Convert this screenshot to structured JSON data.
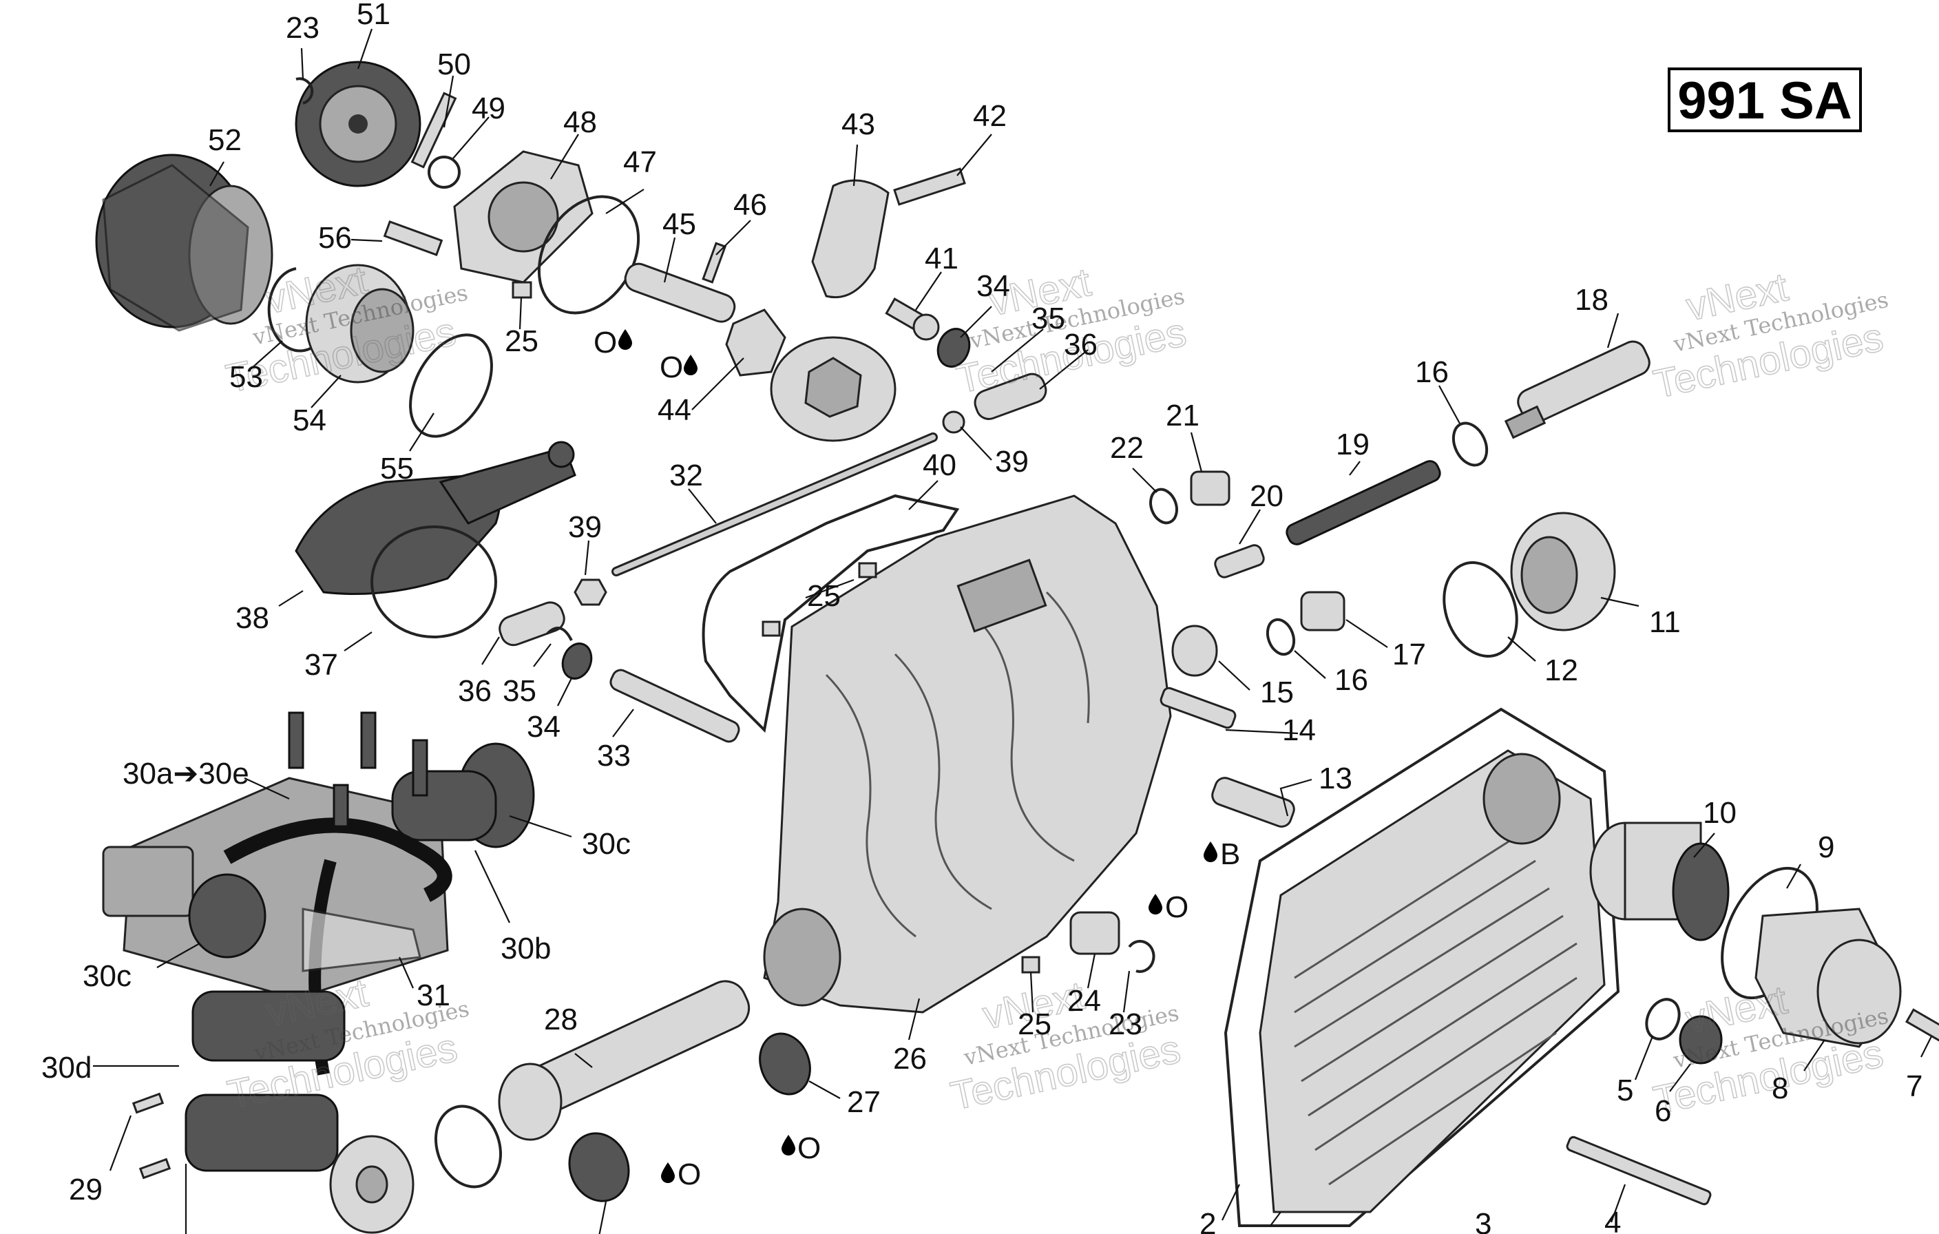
{
  "reference_code": "991 SA",
  "watermark": {
    "small": "vNext Technologies",
    "big_line1": "vNext",
    "big_line2": "Technologies"
  },
  "labels": [
    {
      "id": "23a",
      "text": "23"
    },
    {
      "id": "51",
      "text": "51"
    },
    {
      "id": "50",
      "text": "50"
    },
    {
      "id": "49",
      "text": "49"
    },
    {
      "id": "48",
      "text": "48"
    },
    {
      "id": "47",
      "text": "47"
    },
    {
      "id": "52",
      "text": "52"
    },
    {
      "id": "56",
      "text": "56"
    },
    {
      "id": "25a",
      "text": "25"
    },
    {
      "id": "45",
      "text": "45"
    },
    {
      "id": "46",
      "text": "46"
    },
    {
      "id": "43",
      "text": "43"
    },
    {
      "id": "42",
      "text": "42"
    },
    {
      "id": "41",
      "text": "41"
    },
    {
      "id": "34a",
      "text": "34"
    },
    {
      "id": "35a",
      "text": "35"
    },
    {
      "id": "36a",
      "text": "36"
    },
    {
      "id": "53",
      "text": "53"
    },
    {
      "id": "54",
      "text": "54"
    },
    {
      "id": "55",
      "text": "55"
    },
    {
      "id": "44",
      "text": "44"
    },
    {
      "id": "39a",
      "text": "39"
    },
    {
      "id": "18",
      "text": "18"
    },
    {
      "id": "16a",
      "text": "16"
    },
    {
      "id": "19",
      "text": "19"
    },
    {
      "id": "21",
      "text": "21"
    },
    {
      "id": "22",
      "text": "22"
    },
    {
      "id": "20",
      "text": "20"
    },
    {
      "id": "32",
      "text": "32"
    },
    {
      "id": "40",
      "text": "40"
    },
    {
      "id": "39b",
      "text": "39"
    },
    {
      "id": "38",
      "text": "38"
    },
    {
      "id": "37",
      "text": "37"
    },
    {
      "id": "36b",
      "text": "36"
    },
    {
      "id": "35b",
      "text": "35"
    },
    {
      "id": "34b",
      "text": "34"
    },
    {
      "id": "25b",
      "text": "25"
    },
    {
      "id": "33",
      "text": "33"
    },
    {
      "id": "11",
      "text": "11"
    },
    {
      "id": "12",
      "text": "12"
    },
    {
      "id": "17",
      "text": "17"
    },
    {
      "id": "16b",
      "text": "16"
    },
    {
      "id": "15",
      "text": "15"
    },
    {
      "id": "14",
      "text": "14"
    },
    {
      "id": "13",
      "text": "13"
    },
    {
      "id": "30a30e",
      "text": "30a➔30e"
    },
    {
      "id": "30c_a",
      "text": "30c"
    },
    {
      "id": "30b",
      "text": "30b"
    },
    {
      "id": "30c_b",
      "text": "30c"
    },
    {
      "id": "31",
      "text": "31"
    },
    {
      "id": "10",
      "text": "10"
    },
    {
      "id": "9",
      "text": "9"
    },
    {
      "id": "24",
      "text": "24"
    },
    {
      "id": "23b",
      "text": "23"
    },
    {
      "id": "25c",
      "text": "25"
    },
    {
      "id": "26",
      "text": "26"
    },
    {
      "id": "28",
      "text": "28"
    },
    {
      "id": "27",
      "text": "27"
    },
    {
      "id": "30d",
      "text": "30d"
    },
    {
      "id": "29",
      "text": "29"
    },
    {
      "id": "5",
      "text": "5"
    },
    {
      "id": "6",
      "text": "6"
    },
    {
      "id": "8",
      "text": "8"
    },
    {
      "id": "7",
      "text": "7"
    },
    {
      "id": "2",
      "text": "2"
    },
    {
      "id": "3",
      "text": "3"
    },
    {
      "id": "4",
      "text": "4"
    }
  ],
  "fluid_markers": [
    {
      "id": "o1",
      "text": "O"
    },
    {
      "id": "o2",
      "text": "O"
    },
    {
      "id": "b1",
      "text": "B"
    },
    {
      "id": "o3",
      "text": "O"
    },
    {
      "id": "o4",
      "text": "O"
    },
    {
      "id": "o5",
      "text": "O"
    }
  ]
}
